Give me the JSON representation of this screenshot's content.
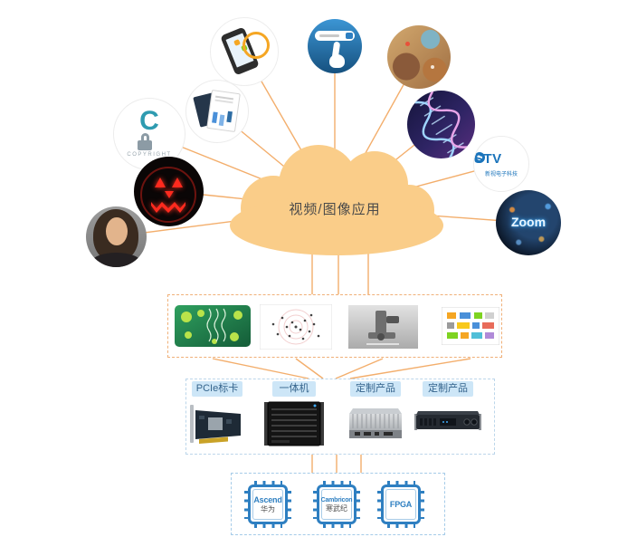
{
  "cloud": {
    "label": "视频/图像应用"
  },
  "bubbles": {
    "copyright_caption": "COPYRIGHT",
    "stv_title": "STV",
    "stv_subtitle": "新视电子科技",
    "zoom_title": "Zoom"
  },
  "product_section": {
    "items": [
      {
        "label": "PCIe标卡"
      },
      {
        "label": "一体机"
      },
      {
        "label": "定制产品"
      },
      {
        "label": "定制产品"
      }
    ]
  },
  "chip_section": {
    "chips": [
      {
        "line1": "Ascend",
        "line2": "华为"
      },
      {
        "line1": "Cambricon",
        "line2": "寒武纪"
      },
      {
        "line1": "FPGA",
        "line2": ""
      }
    ]
  },
  "colors": {
    "cloud": "#FACD89",
    "connector_line": "#F3AE6C",
    "chip_blue": "#2E7FC1",
    "label_bg": "#CDE6F7",
    "label_text": "#35648C"
  }
}
